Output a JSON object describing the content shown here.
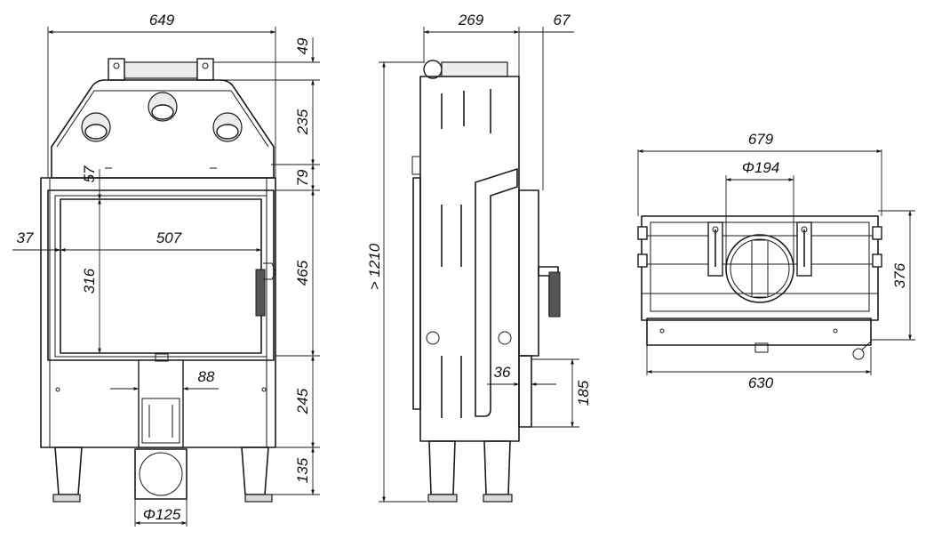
{
  "front_view": {
    "dims": {
      "overall_width": "649",
      "top_collar": "49",
      "upper_section": "235",
      "door_gap": "79",
      "door_height": "465",
      "glass_top_offset": "57",
      "glass_width": "507",
      "glass_height": "316",
      "left_offset": "37",
      "lower_section": "245",
      "air_inlet_width": "88",
      "leg_height": "135",
      "air_inlet_diameter": "Φ125"
    }
  },
  "side_view": {
    "dims": {
      "depth": "269",
      "handle_projection": "67",
      "total_height": "> 1210",
      "door_step": "36",
      "step_height": "185"
    }
  },
  "top_view": {
    "dims": {
      "overall_width": "679",
      "flue_diameter": "Φ194",
      "depth": "376",
      "base_width": "630"
    }
  }
}
